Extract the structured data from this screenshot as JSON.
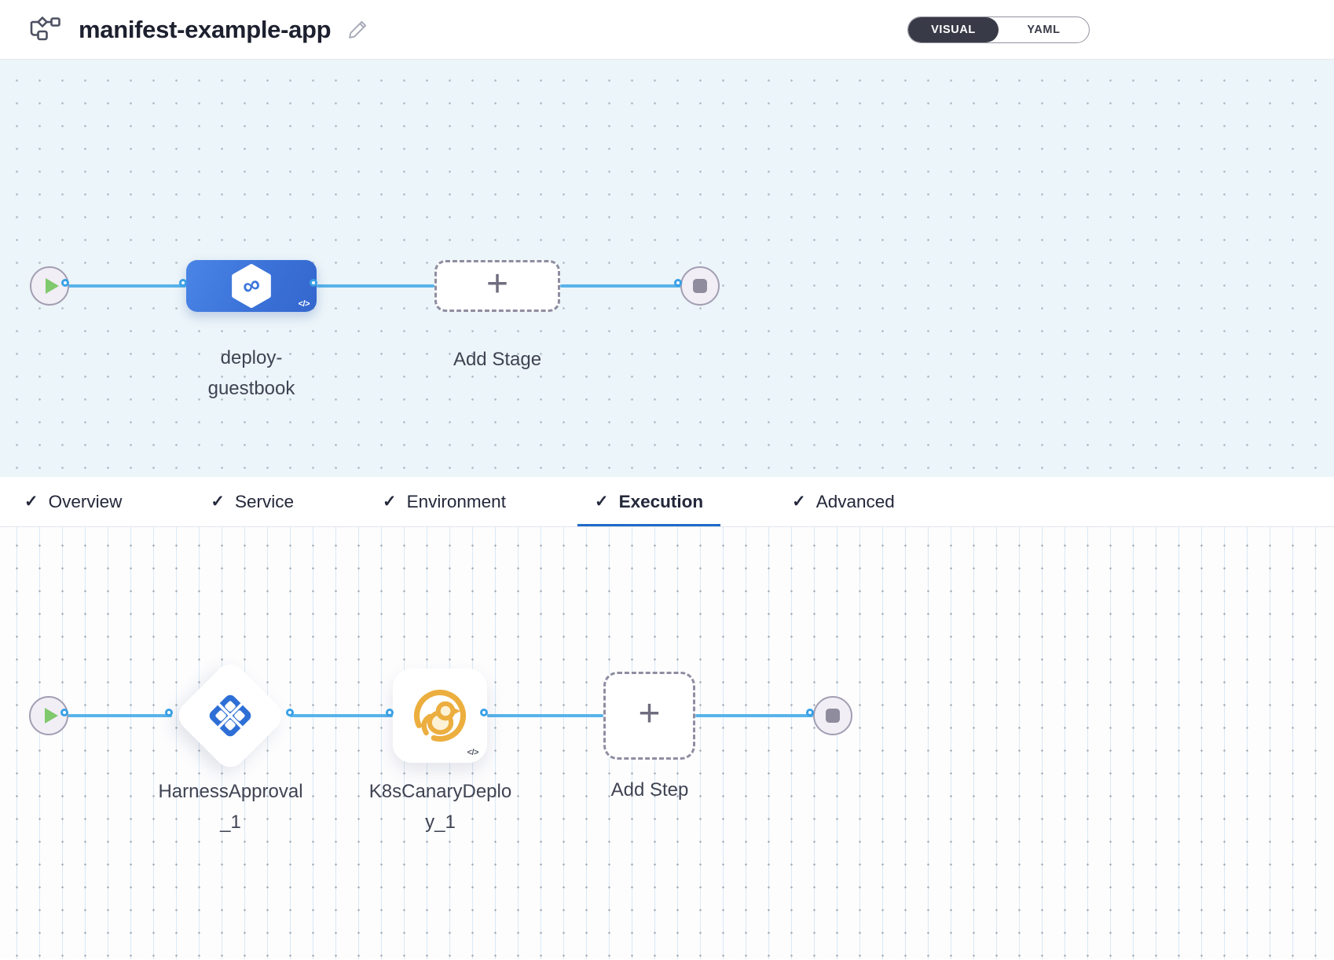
{
  "header": {
    "title": "manifest-example-app",
    "toggle": {
      "options": [
        "VISUAL",
        "YAML"
      ],
      "selected": "VISUAL"
    }
  },
  "icons": {
    "check": "✓",
    "plus": "+",
    "infinity": "∞",
    "code_badge": "</>"
  },
  "stage_pipeline": {
    "stage": {
      "name": "deploy-guestbook",
      "type": "deployment"
    },
    "add_stage_label": "Add Stage"
  },
  "tabs": [
    {
      "label": "Overview",
      "checked": true,
      "active": false
    },
    {
      "label": "Service",
      "checked": true,
      "active": false
    },
    {
      "label": "Environment",
      "checked": true,
      "active": false
    },
    {
      "label": "Execution",
      "checked": true,
      "active": true
    },
    {
      "label": "Advanced",
      "checked": true,
      "active": false
    }
  ],
  "execution_pipeline": {
    "steps": [
      {
        "name": "HarnessApproval_1",
        "type": "harness-approval"
      },
      {
        "name": "K8sCanaryDeploy_1",
        "type": "k8s-canary-deploy"
      }
    ],
    "add_step_label": "Add Step"
  },
  "colors": {
    "stage_blue": "#3c77dc",
    "connector_blue": "#58b3ea",
    "canary_yellow": "#ecae3e",
    "approval_blue": "#2e6fd6",
    "active_tab_underline": "#1f6bc9",
    "canvas_top_bg": "#ecf5f9",
    "toggle_dark": "#383a47"
  }
}
